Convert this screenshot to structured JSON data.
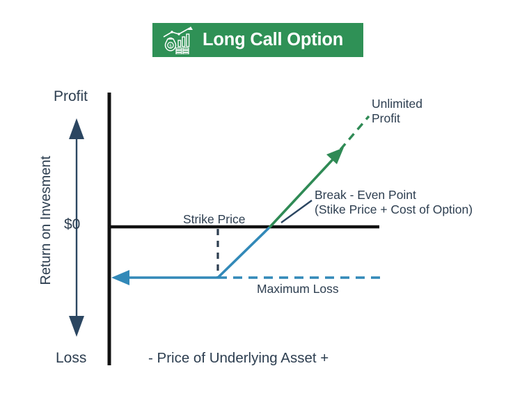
{
  "header": {
    "title": "Long Call Option",
    "background_color": "#2f9156",
    "icon_name": "money-bag-bar-chart-growth-icon"
  },
  "colors": {
    "axis": "#111111",
    "navy": "#2d3e50",
    "arrow_navy": "#2b4661",
    "blue_line": "#3289b8",
    "green_line": "#2f8a55",
    "text": "#2d3e50"
  },
  "axes": {
    "y_top_label": "Profit",
    "y_bottom_label": "Loss",
    "y_zero_label": "$0",
    "y_axis_title": "Return on Invesment",
    "x_axis_title": "- Price of Underlying Asset +"
  },
  "annotations": {
    "strike_price": "Strike Price",
    "maximum_loss": "Maximum Loss",
    "unlimited_profit_line1": "Unlimited",
    "unlimited_profit_line2": "Profit",
    "break_even_line1": "Break - Even Point",
    "break_even_line2": "(Stike Price + Cost of Option)"
  },
  "chart_data": {
    "type": "line",
    "title": "Long Call Option",
    "xlabel": "- Price of Underlying Asset +",
    "ylabel": "Return on Invesment",
    "grid": false,
    "legend": "none",
    "description": "Long call option payoff diagram: flat maximum loss below strike, rising payoff above strike, break-even where payoff crosses zero, unlimited profit beyond.",
    "axis_markers": [
      {
        "name": "zero-line",
        "label": "$0",
        "y_value": 0
      },
      {
        "name": "profit-direction",
        "label": "Profit"
      },
      {
        "name": "loss-direction",
        "label": "Loss"
      }
    ],
    "series": [
      {
        "name": "Payoff below break-even",
        "color": "#3289b8",
        "style": "solid",
        "points": [
          {
            "x": 0,
            "y": -1,
            "note": "maximum loss, arrow to left"
          },
          {
            "x": 40,
            "y": -1,
            "note": "strike price"
          },
          {
            "x": 59,
            "y": 0,
            "note": "break-even point"
          }
        ]
      },
      {
        "name": "Payoff above break-even",
        "color": "#2f8a55",
        "style": "solid",
        "points": [
          {
            "x": 59,
            "y": 0,
            "note": "break-even point"
          },
          {
            "x": 85,
            "y": 1.4,
            "note": "solid arrow tip"
          }
        ]
      },
      {
        "name": "Unlimited profit extension",
        "color": "#2f8a55",
        "style": "dashed",
        "points": [
          {
            "x": 85,
            "y": 1.4
          },
          {
            "x": 100,
            "y": 2.2
          }
        ]
      },
      {
        "name": "Maximum loss level",
        "color": "#3289b8",
        "style": "dashed",
        "points": [
          {
            "x": 40,
            "y": -1
          },
          {
            "x": 100,
            "y": -1
          }
        ]
      },
      {
        "name": "Strike price marker",
        "color": "#2d3e50",
        "style": "dashed-vertical",
        "points": [
          {
            "x": 40,
            "y": 0
          },
          {
            "x": 40,
            "y": -1
          }
        ]
      }
    ]
  }
}
